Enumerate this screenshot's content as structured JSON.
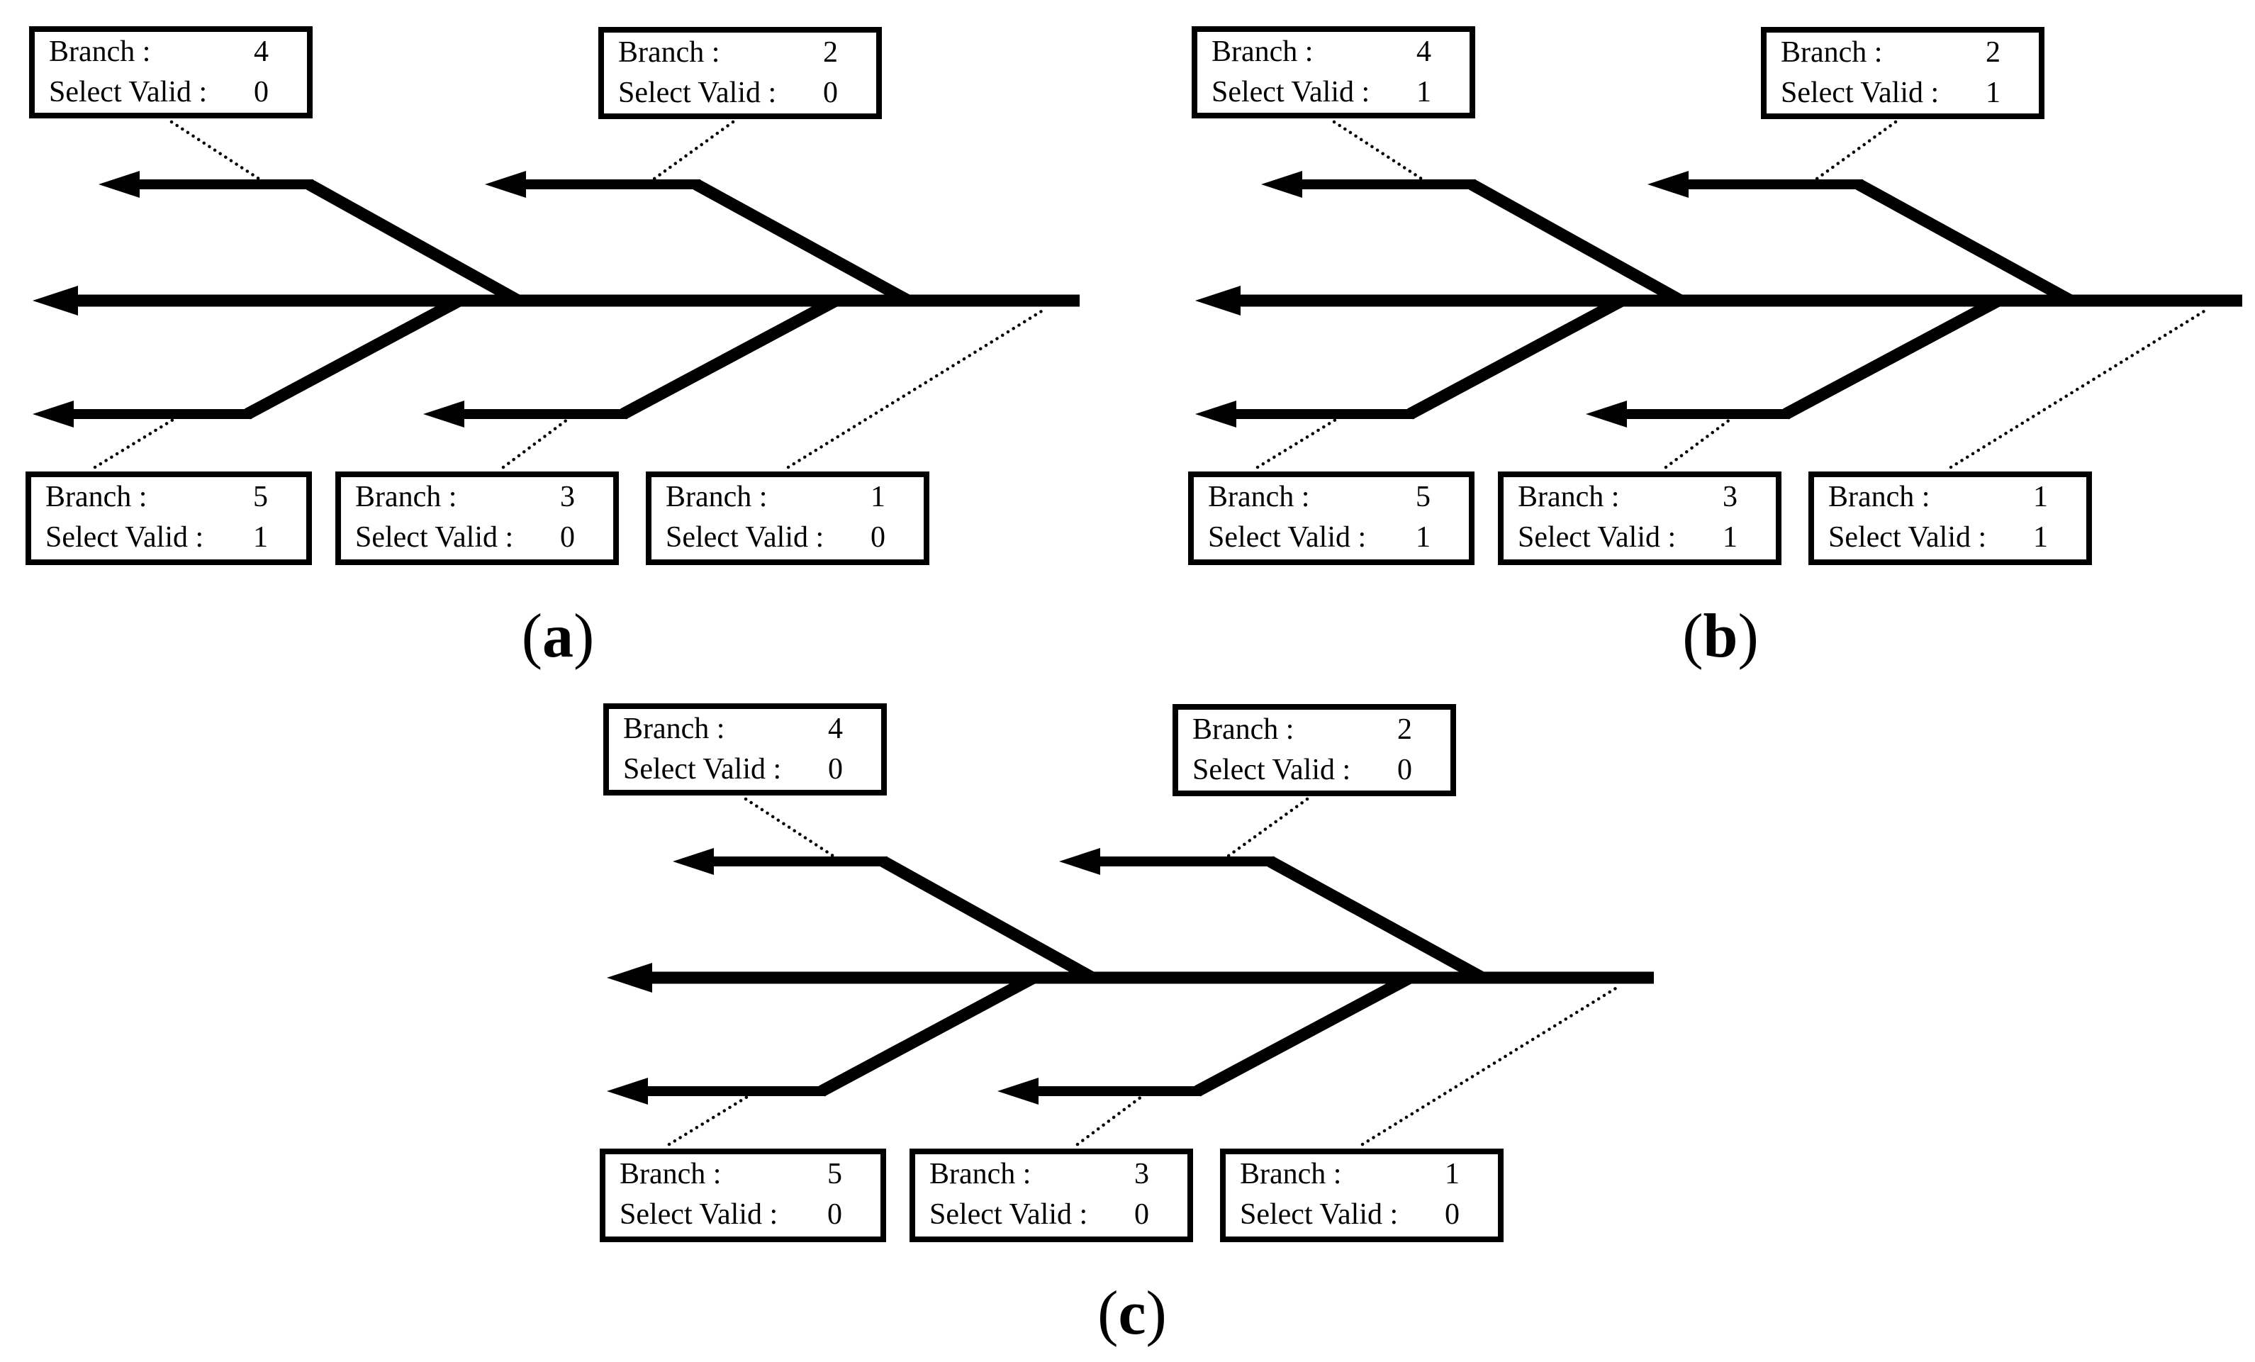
{
  "figure": {
    "colors": {
      "ink": "#000000",
      "background": "#ffffff"
    },
    "labels": {
      "branch": "Branch :",
      "select_valid": "Select Valid :"
    },
    "panels": [
      {
        "caption_open": "(",
        "caption_letter": "a",
        "caption_close": ")",
        "boxes": [
          {
            "id": "branch-4",
            "branch": "4",
            "select_valid": "0"
          },
          {
            "id": "branch-2",
            "branch": "2",
            "select_valid": "0"
          },
          {
            "id": "branch-5",
            "branch": "5",
            "select_valid": "1"
          },
          {
            "id": "branch-3",
            "branch": "3",
            "select_valid": "0"
          },
          {
            "id": "branch-1",
            "branch": "1",
            "select_valid": "0"
          }
        ]
      },
      {
        "caption_open": "(",
        "caption_letter": "b",
        "caption_close": ")",
        "boxes": [
          {
            "id": "branch-4",
            "branch": "4",
            "select_valid": "1"
          },
          {
            "id": "branch-2",
            "branch": "2",
            "select_valid": "1"
          },
          {
            "id": "branch-5",
            "branch": "5",
            "select_valid": "1"
          },
          {
            "id": "branch-3",
            "branch": "3",
            "select_valid": "1"
          },
          {
            "id": "branch-1",
            "branch": "1",
            "select_valid": "1"
          }
        ]
      },
      {
        "caption_open": "(",
        "caption_letter": "c",
        "caption_close": ")",
        "boxes": [
          {
            "id": "branch-4",
            "branch": "4",
            "select_valid": "0"
          },
          {
            "id": "branch-2",
            "branch": "2",
            "select_valid": "0"
          },
          {
            "id": "branch-5",
            "branch": "5",
            "select_valid": "0"
          },
          {
            "id": "branch-3",
            "branch": "3",
            "select_valid": "0"
          },
          {
            "id": "branch-1",
            "branch": "1",
            "select_valid": "0"
          }
        ]
      }
    ]
  }
}
